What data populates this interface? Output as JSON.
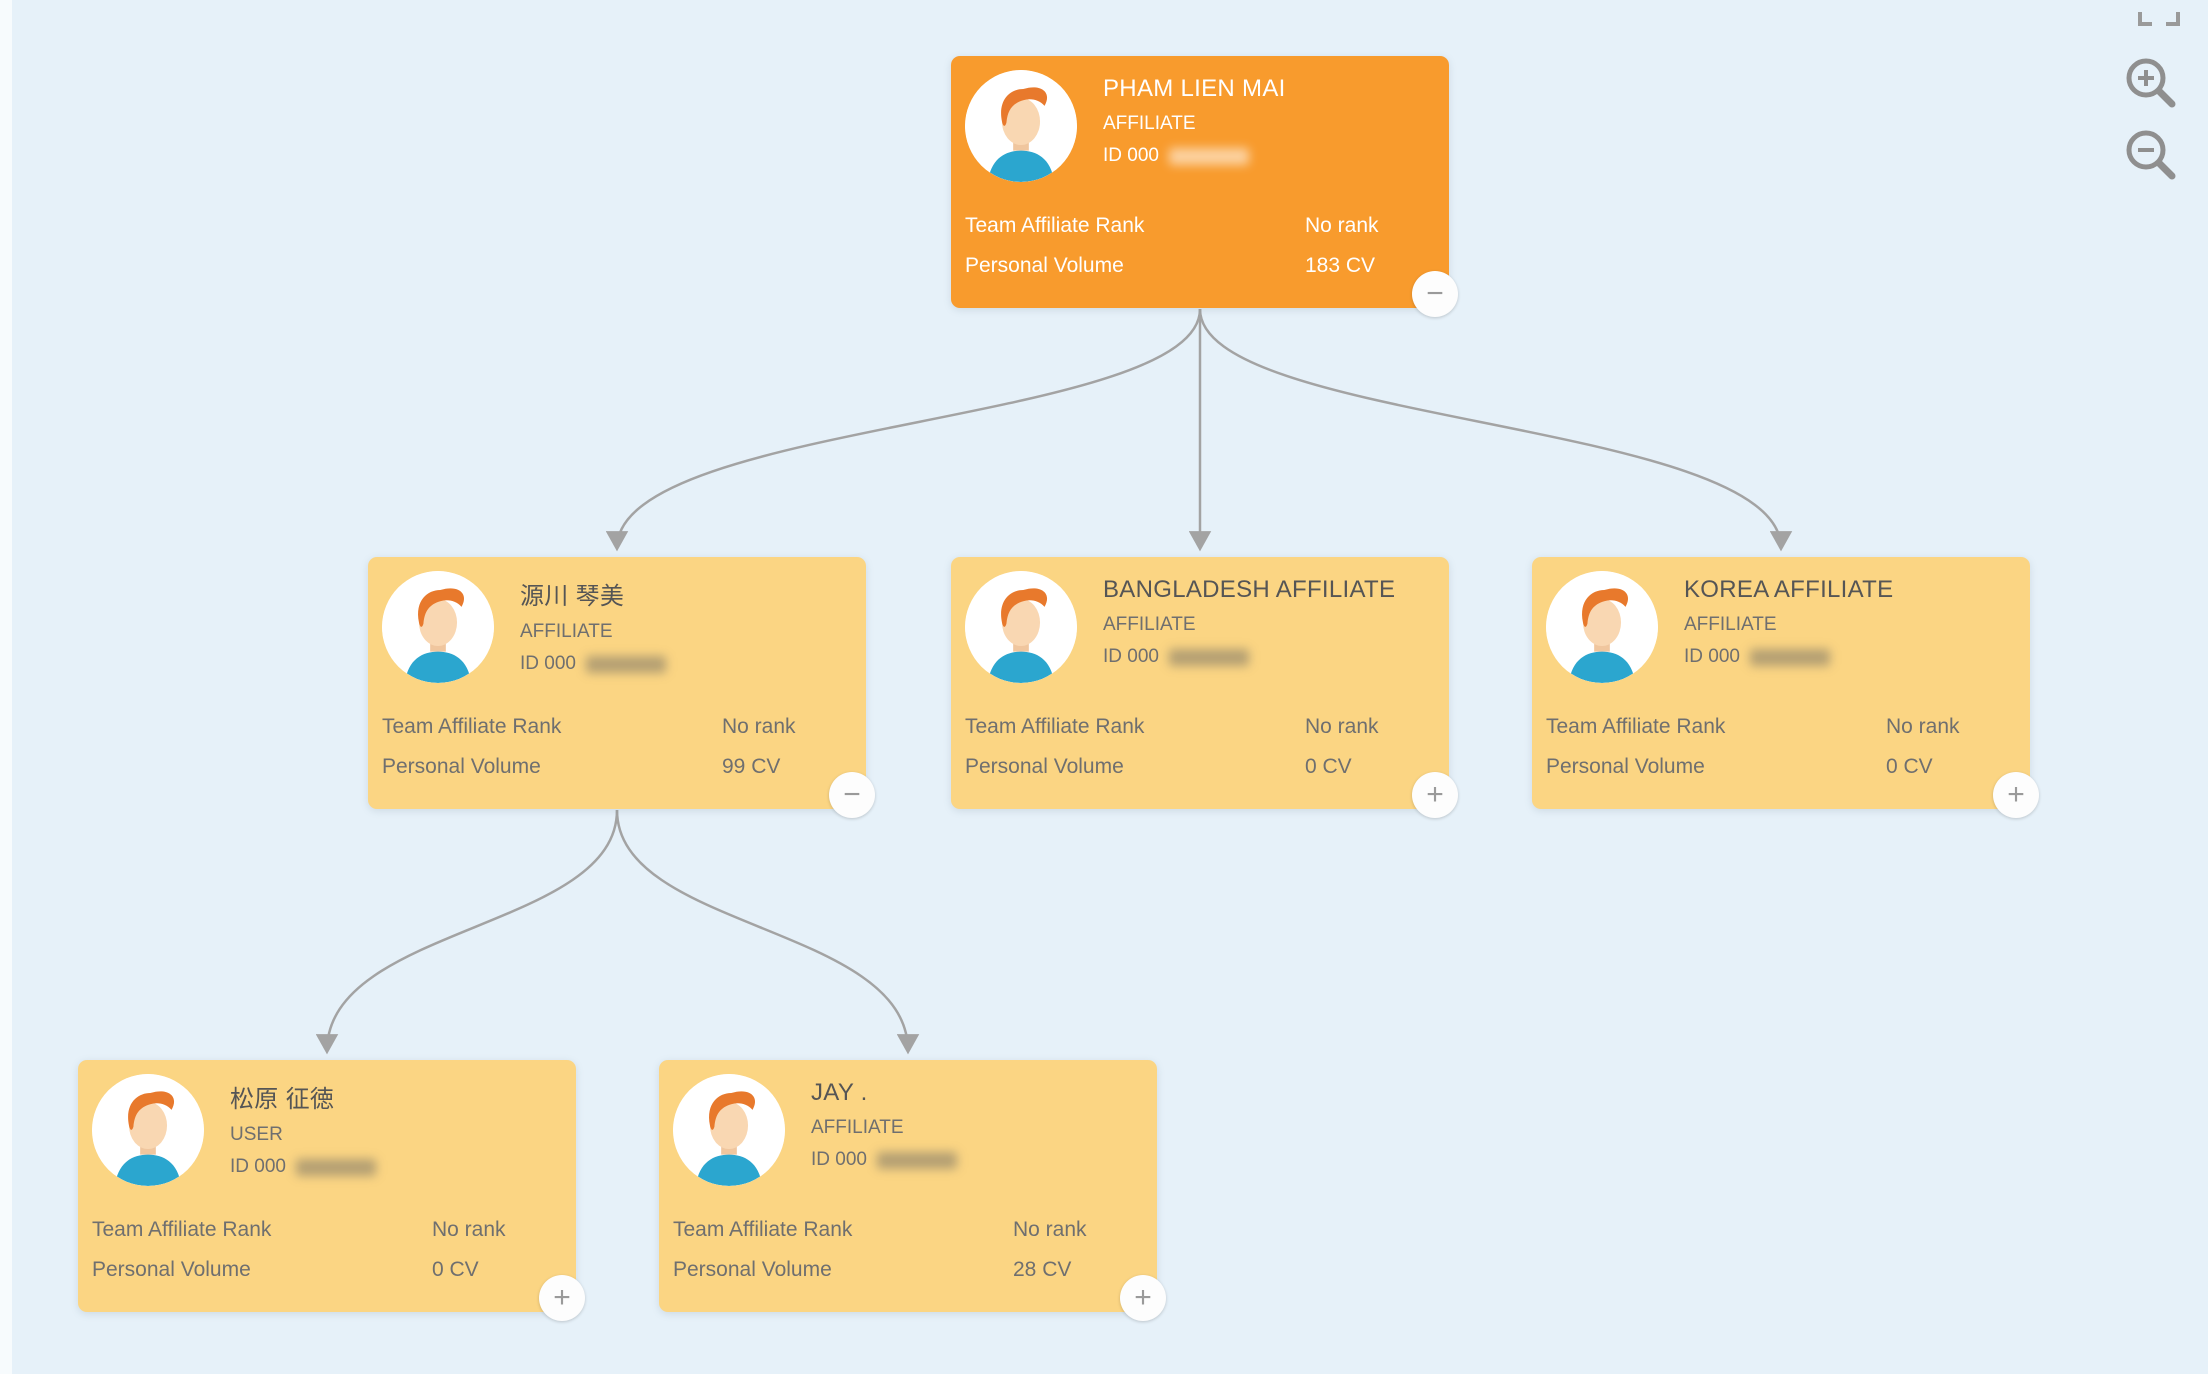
{
  "colors": {
    "background": "#e6f1f9",
    "root_card": "#f89b2d",
    "child_card": "#fbd583",
    "connector": "#a3a3a3",
    "root_text": "#ffffff",
    "child_text": "#6f6f6f"
  },
  "labels": {
    "rank": "Team Affiliate Rank",
    "volume": "Personal Volume"
  },
  "controls": {
    "zoom_in_icon": "magnifier-plus",
    "zoom_out_icon": "magnifier-minus",
    "fullscreen_icon": "expand-corners"
  },
  "nodes": [
    {
      "name": "PHAM LIEN MAI",
      "role": "AFFILIATE",
      "id": "ID 000",
      "rank_value": "No rank",
      "volume_value": "183 CV",
      "toggle": "−"
    },
    {
      "name": "源川 琴美",
      "role": "AFFILIATE",
      "id": "ID 000",
      "rank_value": "No rank",
      "volume_value": "99 CV",
      "toggle": "−"
    },
    {
      "name": "BANGLADESH AFFILIATE",
      "role": "AFFILIATE",
      "id": "ID 000",
      "rank_value": "No rank",
      "volume_value": "0 CV",
      "toggle": "+"
    },
    {
      "name": "KOREA AFFILIATE",
      "role": "AFFILIATE",
      "id": "ID 000",
      "rank_value": "No rank",
      "volume_value": "0 CV",
      "toggle": "+"
    },
    {
      "name": "松原 征徳",
      "role": "USER",
      "id": "ID 000",
      "rank_value": "No rank",
      "volume_value": "0 CV",
      "toggle": "+"
    },
    {
      "name": "JAY .",
      "role": "AFFILIATE",
      "id": "ID 000",
      "rank_value": "No rank",
      "volume_value": "28 CV",
      "toggle": "+"
    }
  ]
}
